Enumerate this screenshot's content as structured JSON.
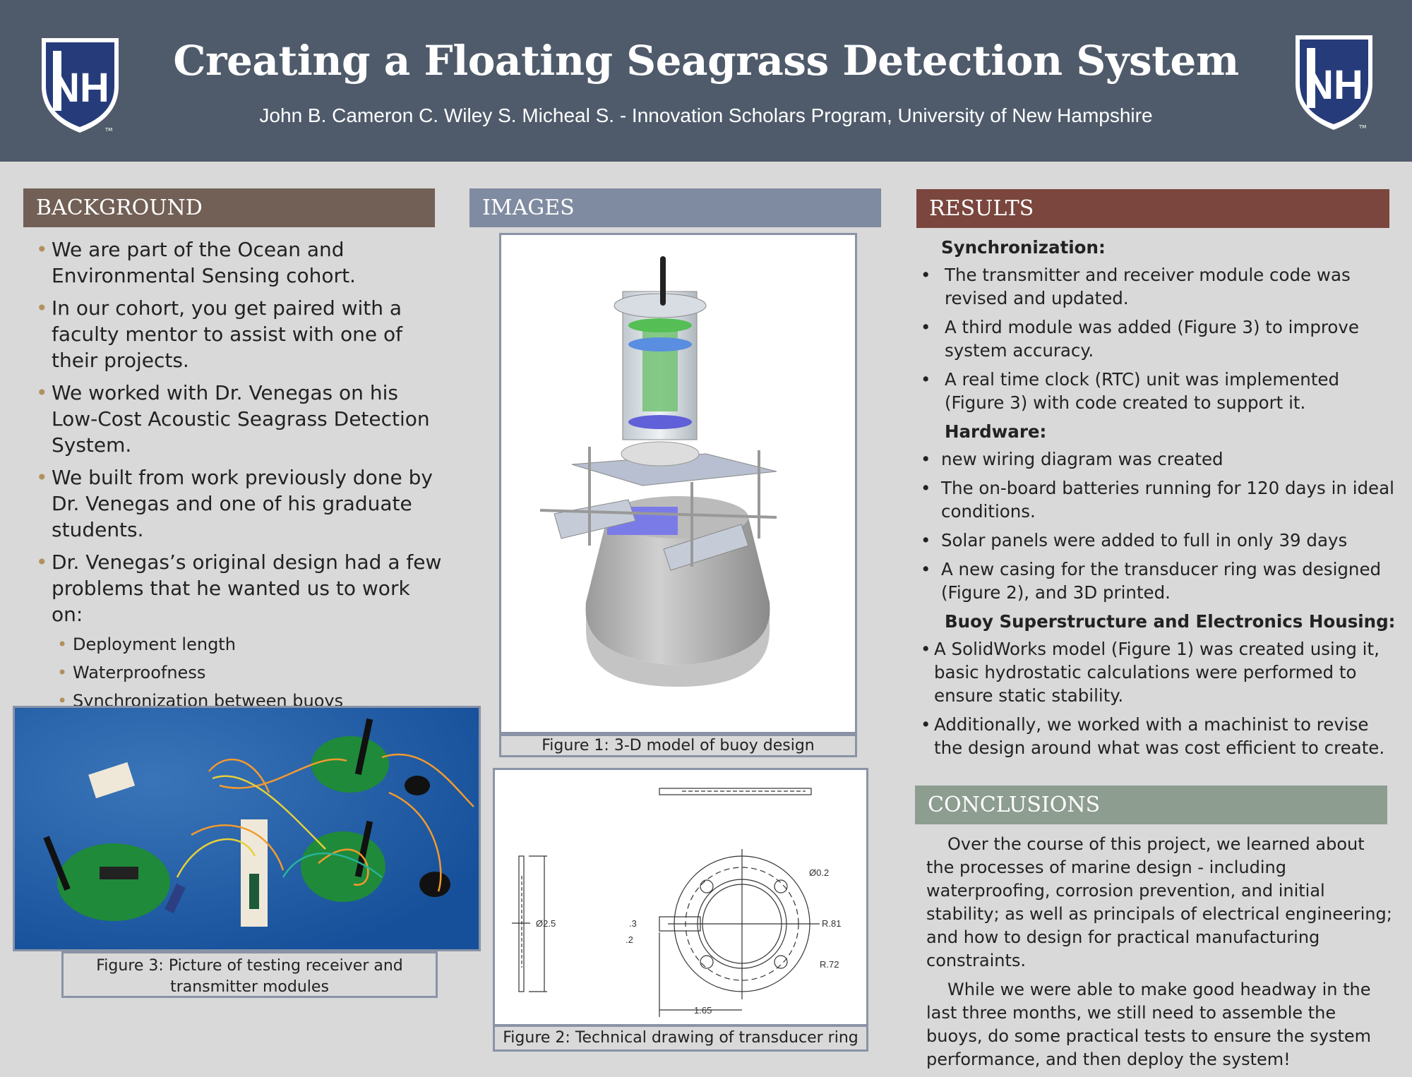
{
  "header": {
    "title": "Creating a Floating Seagrass Detection System",
    "subtitle": "John B. Cameron C. Wiley S. Micheal S. - Innovation Scholars Program, University of New Hampshire",
    "logo_text": "NH",
    "logo_tm": "TM"
  },
  "colors": {
    "header_bg": "#4f5b6b",
    "background_head": "#725f55",
    "images_head": "#7f8ba0",
    "results_head": "#7a463e",
    "conclusions_head": "#8d9d90",
    "logo_blue": "#263c7a"
  },
  "background": {
    "heading": "BACKGROUND",
    "bullets": [
      "We are part of the Ocean and Environmental Sensing cohort.",
      "In our cohort, you get paired with a faculty mentor to assist with one of their projects.",
      "We worked with Dr. Venegas on his Low-Cost Acoustic Seagrass Detection System.",
      "We built from work previously done by Dr. Venegas and one of his graduate students.",
      "Dr. Venegas’s original design had a few problems that he wanted us to work on:"
    ],
    "sub_bullets": [
      "Deployment length",
      "Waterproofness",
      "Synchronization between buoys"
    ]
  },
  "images": {
    "heading": "IMAGES",
    "fig1_caption": "Figure 1: 3-D model of buoy design",
    "fig2_caption": "Figure 2: Technical drawing of transducer ring",
    "fig3_caption": "Figure 3: Picture of testing receiver and transmitter modules",
    "fig2_labels": {
      "dia_outer": "Ø2.5",
      "hole": "Ø0.2",
      "r1": "R.81",
      "r2": "R.72",
      "w1": ".3",
      "w2": ".2",
      "len": "1.65"
    }
  },
  "results": {
    "heading": "RESULTS",
    "sync_heading": "Synchronization:",
    "sync": [
      "The transmitter and receiver module code was revised and updated.",
      "A third module was added (Figure 3) to improve system accuracy.",
      "A real time clock (RTC) unit was implemented (Figure 3) with code created to support it."
    ],
    "hw_heading": "Hardware:",
    "hw": [
      "new wiring diagram was created",
      "The on-board batteries running for 120 days in ideal conditions.",
      "Solar panels were added to full in only 39 days",
      "A new casing for the transducer ring was designed (Figure 2), and 3D printed."
    ],
    "buoy_heading": "Buoy Superstructure and Electronics Housing:",
    "buoy": [
      "A SolidWorks model (Figure 1) was created using it, basic hydrostatic calculations were performed to ensure static stability.",
      "Additionally, we worked with a machinist to revise the design around what was cost efficient to create."
    ]
  },
  "conclusions": {
    "heading": "CONCLUSIONS",
    "paragraphs": [
      "Over the course of this project, we learned about the processes of marine design - including waterproofing, corrosion prevention, and initial stability; as well as principals of electrical engineering; and how to design for practical manufacturing constraints.",
      "While we were able to make good headway in the last three months, we still need to assemble the buoys, do some practical tests to ensure the system performance, and then deploy the system!"
    ]
  }
}
